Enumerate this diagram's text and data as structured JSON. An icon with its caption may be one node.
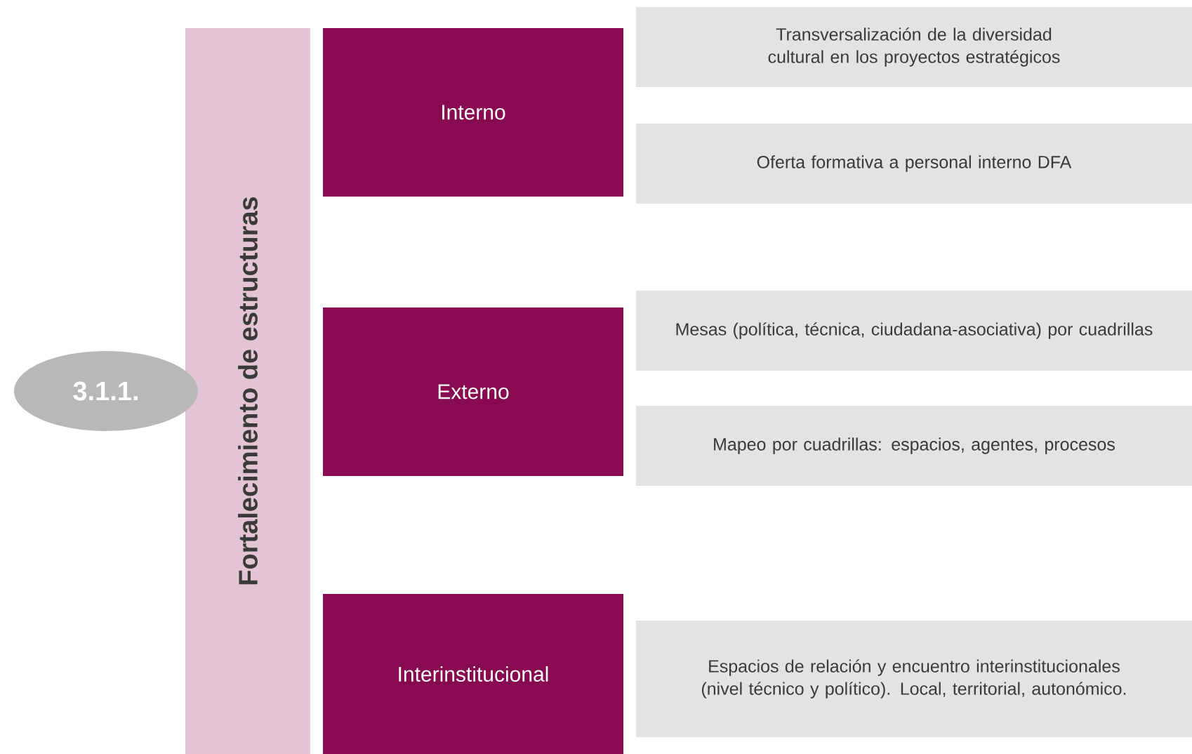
{
  "diagram": {
    "nodes": [
      {
        "text": [
          "3.1.1."
        ]
      },
      {
        "text": [
          "Fortalecimiento de estructuras"
        ]
      },
      {
        "text": [
          "Interno"
        ]
      },
      {
        "text": [
          "Transversalización de la diversidad cultural en los proyectos estratégicos"
        ]
      },
      {
        "text": [
          "Oferta formativa a personal interno DFA"
        ]
      },
      {
        "text": [
          "Externo"
        ]
      },
      {
        "text": [
          "Mesas (política, técnica, ciudadana-asociativa) por cuadrillas"
        ]
      },
      {
        "text": [
          "Mapeo por cuadrillas: espacios, agentes, procesos"
        ]
      },
      {
        "text": [
          "Interinstitucional"
        ]
      },
      {
        "text": [
          "Espacios de relación y encuentro interinstitucionales (nivel técnico y político). Local, territorial, autonómico."
        ]
      }
    ]
  }
}
